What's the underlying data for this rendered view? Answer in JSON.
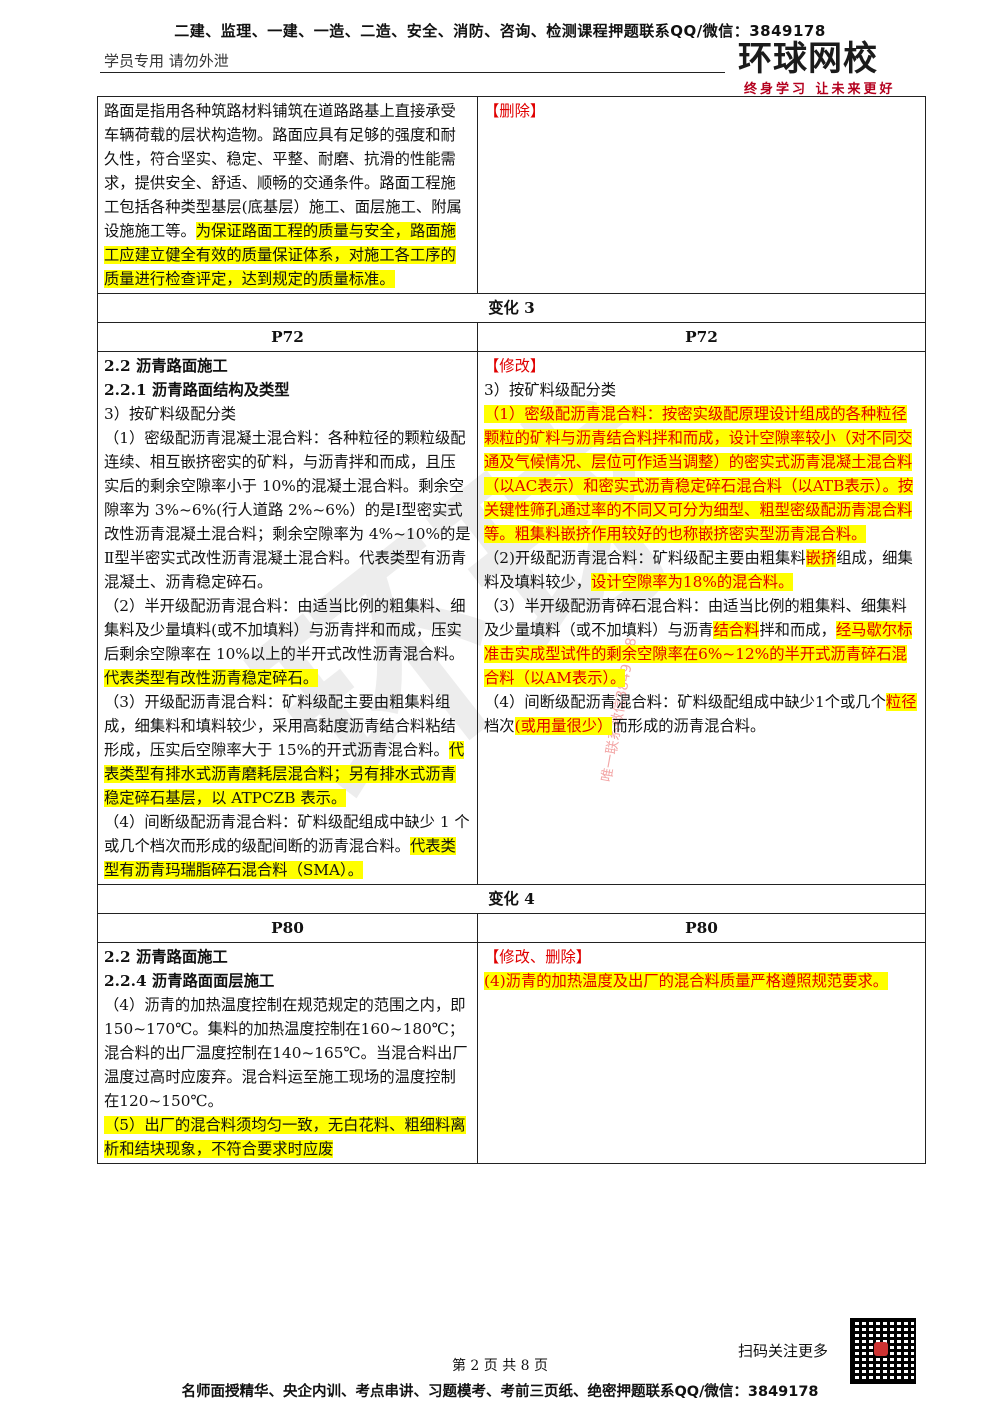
{
  "header": {
    "top_banner": "二建、监理、一建、一造、二造、安全、消防、咨询、检测课程押题联系QQ/微信：3849178",
    "student_note": "学员专用 请勿外泄",
    "logo_text": "环球网校",
    "logo_slogan": "终身学习 让未来更好"
  },
  "block1": {
    "left_para": "路面是指用各种筑路材料铺筑在道路路基上直接承受车辆荷载的层状构造物。路面应具有足够的强度和耐久性，符合坚实、稳定、平整、耐磨、抗滑的性能需求，提供安全、舒适、顺畅的交通条件。路面工程施工包括各种类型基层(底基层）施工、面层施工、附属设施施工等。",
    "left_highlight": "为保证路面工程的质量与安全，路面施工应建立健全有效的质量保证体系，对施工各工序的质量进行检查评定，达到规定的质量标准。",
    "right_tag": "【删除】"
  },
  "change3": {
    "title": "变化 3",
    "left_page": "P72",
    "right_page": "P72",
    "left": {
      "h1": "2.2 沥青路面施工",
      "h2": "2.2.1 沥青路面结构及类型",
      "l1": "3）按矿料级配分类",
      "l2": "（1）密级配沥青混凝土混合料：各种粒径的颗粒级配连续、相互嵌挤密实的矿料，与沥青拌和而成，且压实后的剩余空隙率小于 10%的混凝土混合料。剩余空隙率为 3%~6%(行人道路 2%~6%）的是Ⅰ型密实式改性沥青混凝土混合料；剩余空隙率为 4%~10%的是Ⅱ型半密实式改性沥青混凝土混合料。代表类型有沥青混凝土、沥青稳定碎石。",
      "l3": "（2）半开级配沥青混合料：由适当比例的粗集料、细集料及少量填料(或不加填料）与沥青拌和而成，压实后剩余空隙率在 10%以上的半开式改性沥青混合料。",
      "l3_hl": "代表类型有改性沥青稳定碎石。",
      "l4": "（3）开级配沥青混合料：矿料级配主要由粗集料组成，细集料和填料较少，采用高黏度沥青结合料粘结形成，压实后空隙率大于 15%的开式沥青混合料。",
      "l4_hl": "代表类型有排水式沥青磨耗层混合料；另有排水式沥青稳定碎石基层，以 ATPCZB 表示。",
      "l5": "（4）间断级配沥青混合料：矿料级配组成中缺少 1 个或几个档次而形成的级配间断的沥青混合料。",
      "l5_hl": "代表类型有沥青玛瑞脂碎石混合料（SMA）。"
    },
    "right": {
      "tag": "【修改】",
      "r1": "3）按矿料级配分类",
      "r2_hl": "（1）密级配沥青混合料：按密实级配原理设计组成的各种粒径颗粒的矿料与沥青结合料拌和而成，设计空隙率较小（对不同交通及气候情况、层位可作适当调整）的密实式沥青混凝土混合料（以AC表示）和密实式沥青稳定碎石混合料（以ATB表示）。按关键性筛孔通过率的不同又可分为细型、粗型密级配沥青混合料等。粗集料嵌挤作用较好的也称嵌挤密实型沥青混合料。",
      "r3_a": "（2)开级配沥青混合料：矿料级配主要由粗集料",
      "r3_hl1": "嵌挤",
      "r3_b": "组成，细集料及填料较少，",
      "r3_hl2": "设计空隙率为18%的混合料。",
      "r4_a": "（3）半开级配沥青碎石混合料：由适当比例的粗集料、细集料及少量填料（或不加填料）与沥青",
      "r4_hl1": "结合料",
      "r4_b": "拌和而成，",
      "r4_hl2": "经马歇尔标准击实成型试件的剩余空隙率在6%~12%的半开式沥青碎石混合料（以AM表示）。",
      "r5_a": "（4）间断级配沥青混合料：矿料级配组成中缺少1个或几个",
      "r5_hl1": "粒径",
      "r5_b": "档次",
      "r5_hl2": "(或用量很少）",
      "r5_c": "而形成的沥青混合料。"
    }
  },
  "change4": {
    "title": "变化 4",
    "left_page": "P80",
    "right_page": "P80",
    "left": {
      "h1": "2.2 沥青路面施工",
      "h2": "2.2.4 沥青路面面层施工",
      "l1": "（4）沥青的加热温度控制在规范规定的范围之内，即 150~170℃。集料的加热温度控制在160~180℃；混合料的出厂温度控制在140~165℃。当混合料出厂温度过高时应废弃。混合料运至施工现场的温度控制在120~150℃。",
      "l2_hl": "（5）出厂的混合料须均匀一致，无白花料、粗细料离析和结块现象，不符合要求时应废"
    },
    "right": {
      "tag": "【修改、删除】",
      "r1_hl": "(4)沥青的加热温度及出厂的混合料质量严格遵照规范要求。"
    }
  },
  "watermark_vertical": "唯一联系微信3849178",
  "footer": {
    "scan_text": "扫码关注更多",
    "page_num": "第 2 页 共 8 页",
    "bottom_banner": "名师面授精华、央企内训、考点串讲、习题模考、考前三页纸、绝密押题联系QQ/微信：3849178"
  }
}
